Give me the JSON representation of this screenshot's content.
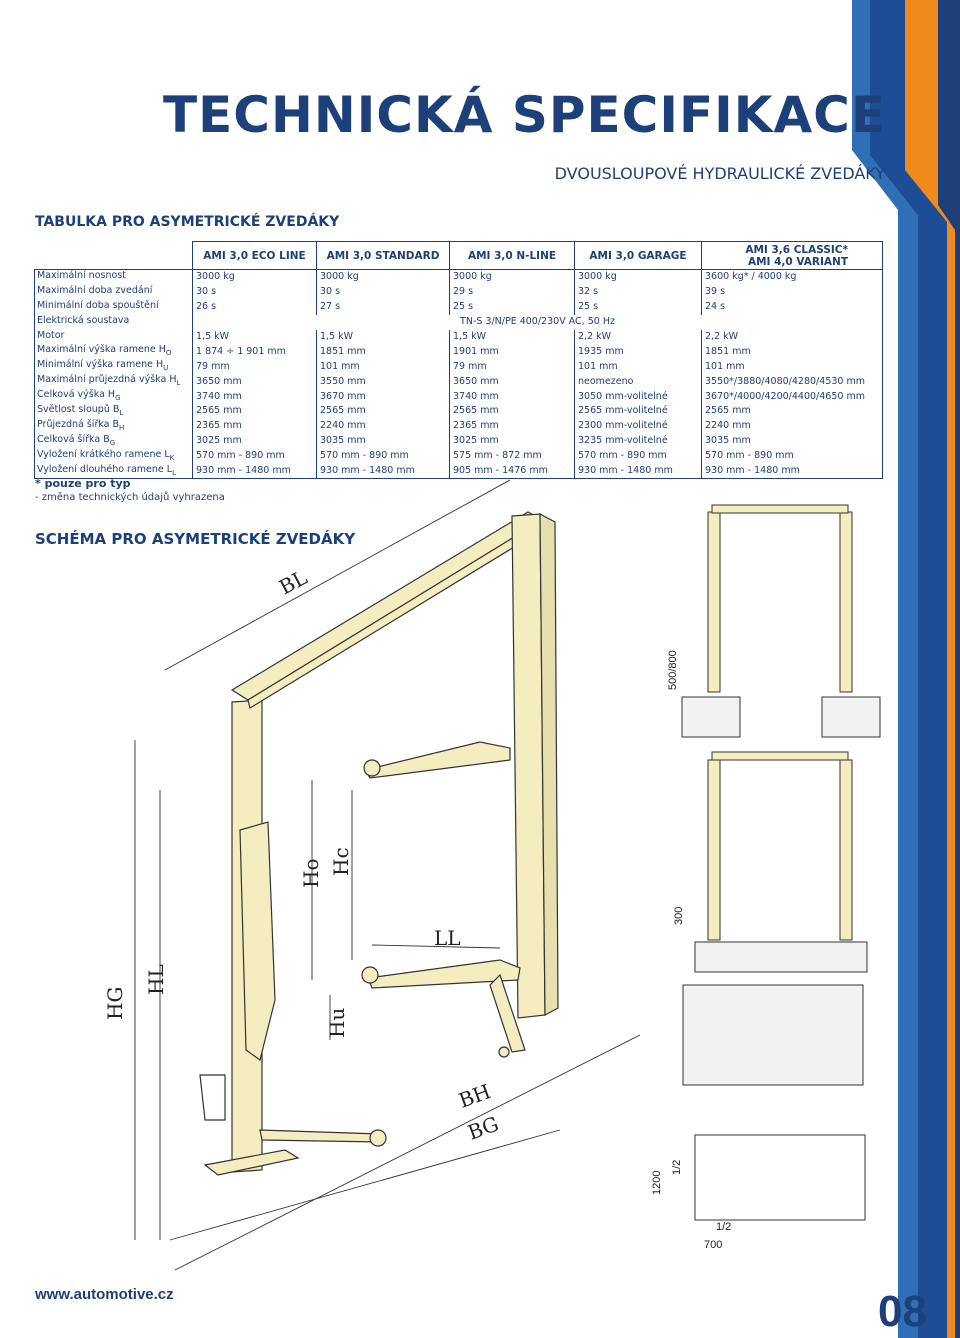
{
  "header": {
    "title": "TECHNICKÁ SPECIFIKACE",
    "subtitle": "DVOUSLOUPOVÉ HYDRAULICKÉ ZVEDÁKY"
  },
  "table_section": {
    "title": "TABULKA PRO ASYMETRICKÉ ZVEDÁKY",
    "columns": [
      "AMI 3,0 ECO LINE",
      "AMI 3,0 STANDARD",
      "AMI 3,0 N-LINE",
      "AMI 3,0 GARAGE"
    ],
    "last_column": [
      "AMI 3,6 CLASSIC*",
      "AMI 4,0 VARIANT"
    ],
    "rows": [
      {
        "label": "Maximální nosnost",
        "sub": "",
        "cells": [
          "3000 kg",
          "3000 kg",
          "3000 kg",
          "3000 kg",
          "3600 kg* / 4000 kg"
        ]
      },
      {
        "label": "Maximální doba zvedání",
        "sub": "",
        "cells": [
          "30 s",
          "30 s",
          "29 s",
          "32 s",
          "39 s"
        ]
      },
      {
        "label": "Minimální doba spouštění",
        "sub": "",
        "cells": [
          "26 s",
          "27 s",
          "25 s",
          "25 s",
          "24 s"
        ]
      },
      {
        "label": "Elektrická soustava",
        "sub": "",
        "span": "TN-S 3/N/PE 400/230V AC, 50 Hz"
      },
      {
        "label": "Motor",
        "sub": "",
        "cells": [
          "1,5 kW",
          "1,5 kW",
          "1,5 kW",
          "2,2 kW",
          "2,2 kW"
        ]
      },
      {
        "label": "Maximální výška ramene H",
        "sub": "O",
        "cells": [
          "1 874 ÷ 1 901 mm",
          "1851 mm",
          "1901 mm",
          "1935 mm",
          "1851 mm"
        ]
      },
      {
        "label": "Minimální výška ramene H",
        "sub": "U",
        "cells": [
          "79 mm",
          "101 mm",
          "79 mm",
          "101 mm",
          "101 mm"
        ]
      },
      {
        "label": "Maximální průjezdná výška H",
        "sub": "L",
        "cells": [
          "3650 mm",
          "3550 mm",
          "3650 mm",
          "neomezeno",
          "3550*/3880/4080/4280/4530 mm"
        ]
      },
      {
        "label": "Celková výška H",
        "sub": "G",
        "cells": [
          "3740 mm",
          "3670 mm",
          "3740 mm",
          "3050 mm-volitelné",
          "3670*/4000/4200/4400/4650 mm"
        ]
      },
      {
        "label": "Světlost sloupů B",
        "sub": "L",
        "cells": [
          "2565 mm",
          "2565 mm",
          "2565 mm",
          "2565 mm-volitelné",
          "2565 mm"
        ]
      },
      {
        "label": "Průjezdná šířka B",
        "sub": "H",
        "cells": [
          "2365 mm",
          "2240 mm",
          "2365 mm",
          "2300 mm-volitelné",
          "2240 mm"
        ]
      },
      {
        "label": "Celková šířka B",
        "sub": "G",
        "cells": [
          "3025 mm",
          "3035 mm",
          "3025 mm",
          "3235 mm-volitelné",
          "3035 mm"
        ]
      },
      {
        "label": "Vyložení krátkého ramene L",
        "sub": "K",
        "cells": [
          "570 mm - 890 mm",
          "570 mm - 890 mm",
          "575 mm - 872 mm",
          "570 mm - 890 mm",
          "570 mm - 890 mm"
        ]
      },
      {
        "label": "Vyložení dlouhého ramene L",
        "sub": "L",
        "cells": [
          "930 mm - 1480 mm",
          "930 mm - 1480 mm",
          "905 mm - 1476 mm",
          "930 mm - 1480 mm",
          "930 mm - 1480 mm"
        ]
      }
    ],
    "note_bold": "* pouze pro typ",
    "note": "- změna technických údajů vyhrazena"
  },
  "schema_section": {
    "title": "SCHÉMA PRO ASYMETRICKÉ ZVEDÁKY",
    "dim_labels": {
      "bl": "BL",
      "ho": "Ho",
      "hc": "Hc",
      "hg": "HG",
      "hl": "HL",
      "hu": "Hu",
      "ll": "LL",
      "bh": "BH",
      "bg": "BG"
    },
    "side_dims": {
      "d1": "500/800",
      "d2": "300",
      "d3": "1200",
      "d4": "1/2",
      "d5": "1/2",
      "d6": "700"
    }
  },
  "footer": {
    "url": "www.automotive.cz",
    "page": "08"
  },
  "colors": {
    "brand_blue": "#1d3f7a",
    "accent_orange": "#f08a1c",
    "stripe_blue": "#2f6fb5",
    "lift_yellow": "#f3edbf"
  }
}
